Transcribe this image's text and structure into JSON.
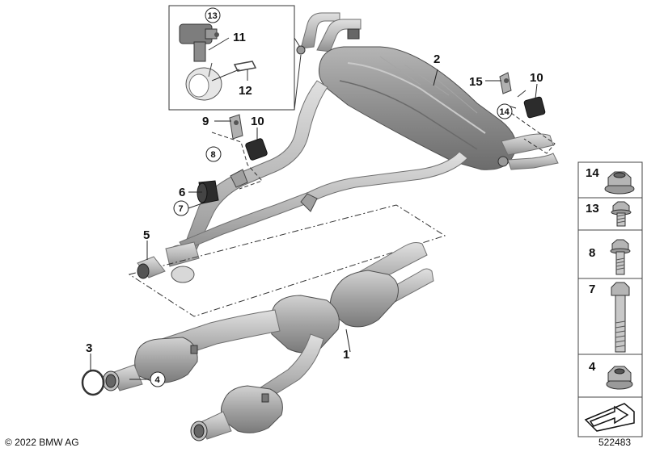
{
  "callouts": {
    "c1": "1",
    "c2": "2",
    "c3": "3",
    "c4": "4",
    "c5": "5",
    "c6": "6",
    "c7": "7",
    "c8": "8",
    "c9": "9",
    "c10a": "10",
    "c10b": "10",
    "c11": "11",
    "c12": "12",
    "c13": "13",
    "c14": "14",
    "c15": "15"
  },
  "sidebar": {
    "items": [
      {
        "label": "14"
      },
      {
        "label": "13"
      },
      {
        "label": "8"
      },
      {
        "label": "7"
      },
      {
        "label": "4"
      }
    ]
  },
  "footer": {
    "copyright": "© 2022 BMW AG",
    "diagram_id": "522483"
  },
  "colors": {
    "pipe": "#c9c9c9",
    "pipe_edge": "#6f6f6f",
    "muffler": "#8a8a8a",
    "muffler_light": "#b9b9b9"
  }
}
